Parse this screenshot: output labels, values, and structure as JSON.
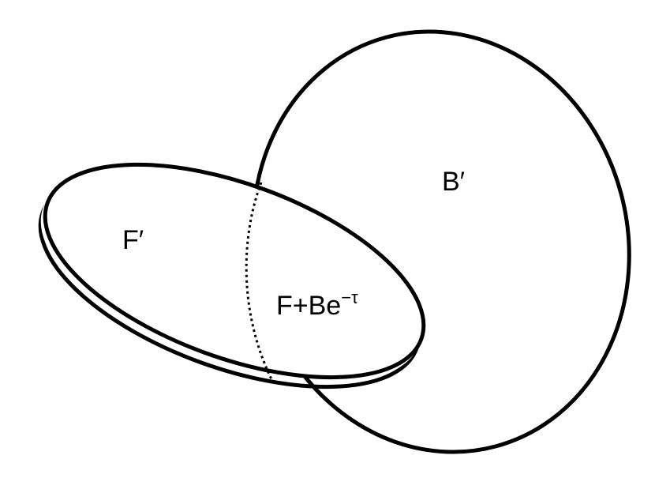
{
  "diagram": {
    "labels": {
      "b_prime": "B′",
      "f_prime": "F′",
      "overlap_main": "F+Be",
      "overlap_exponent": "−τ"
    },
    "colors": {
      "stroke": "#000000",
      "background": "#ffffff"
    }
  }
}
